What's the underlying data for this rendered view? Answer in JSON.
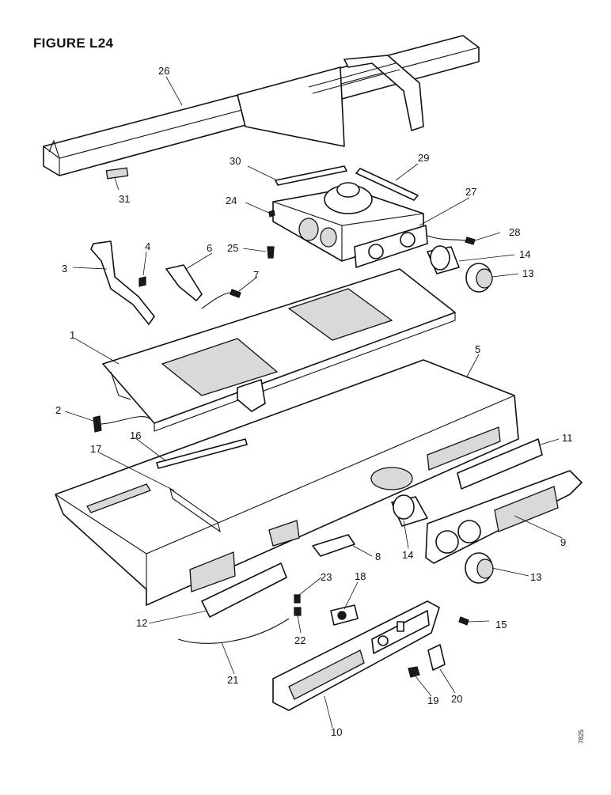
{
  "figure": {
    "title": "FIGURE L24",
    "reference": "7825"
  },
  "callouts": [
    "1",
    "2",
    "3",
    "4",
    "5",
    "6",
    "7",
    "8",
    "9",
    "10",
    "11",
    "12",
    "13",
    "13",
    "14",
    "14",
    "15",
    "16",
    "17",
    "18",
    "19",
    "20",
    "21",
    "22",
    "23",
    "24",
    "25",
    "26",
    "27",
    "28",
    "29",
    "30",
    "31"
  ]
}
